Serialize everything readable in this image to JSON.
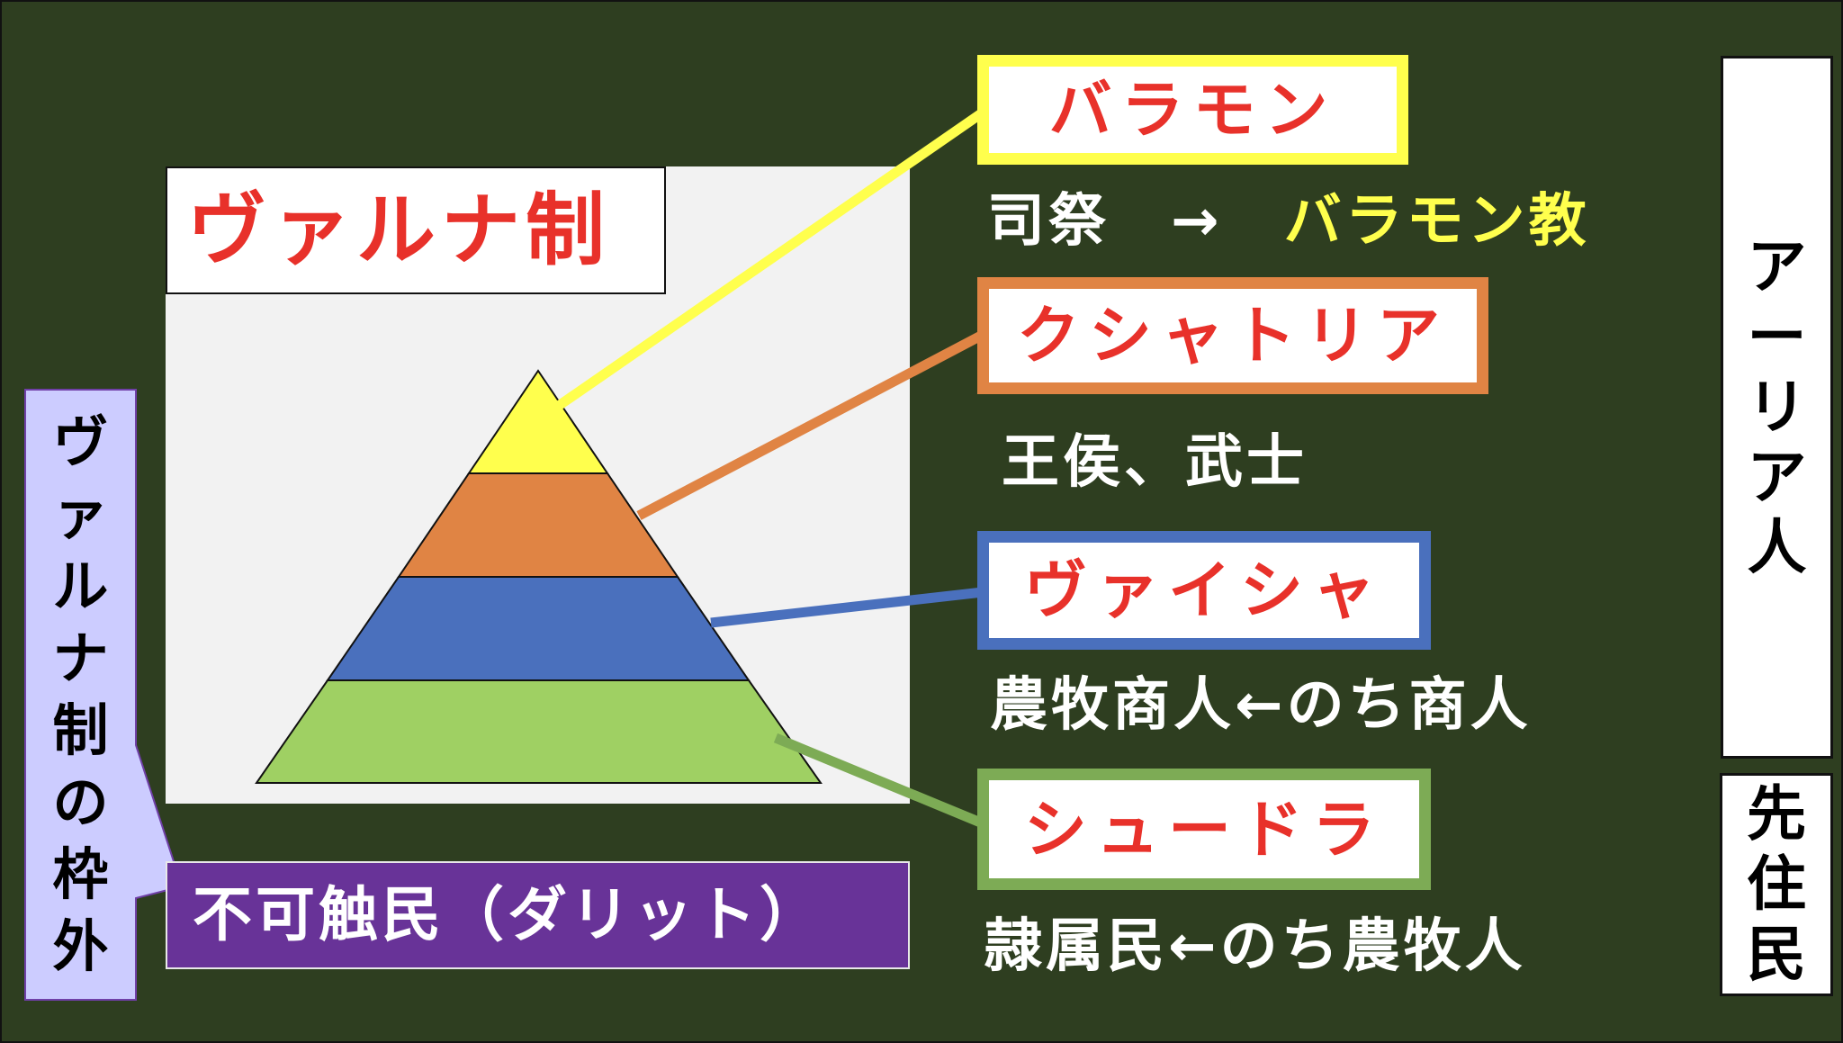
{
  "title": "ヴァルナ制",
  "colors": {
    "background": "#2e3e20",
    "panel": "#f2f2f2",
    "red_text": "#e8312a",
    "brahman": "#ffff4d",
    "kshatriya": "#e08444",
    "vaishya": "#4a70bd",
    "shudra": "#7dab55",
    "shudra_layer": "#9fd063",
    "dalit": "#683398",
    "callout": "#ccccff",
    "callout_border": "#7040a8"
  },
  "pyramid": {
    "layers": [
      {
        "name": "brahman",
        "color": "#ffff4d"
      },
      {
        "name": "kshatriya",
        "color": "#e08444"
      },
      {
        "name": "vaishya",
        "color": "#4a70bd"
      },
      {
        "name": "shudra",
        "color": "#9fd063"
      }
    ]
  },
  "castes": [
    {
      "label": "バラモン",
      "border": "#ffff4d",
      "description_prefix": "司祭　→　",
      "description_highlight": "バラモン教"
    },
    {
      "label": "クシャトリア",
      "border": "#e08444",
      "description_prefix": "王侯、武士",
      "description_highlight": ""
    },
    {
      "label": "ヴァイシャ",
      "border": "#4a70bd",
      "description_prefix": "農牧商人←のち商人",
      "description_highlight": ""
    },
    {
      "label": "シュードラ",
      "border": "#7dab55",
      "description_prefix": "隷属民←のち農牧人",
      "description_highlight": ""
    }
  ],
  "outcaste": {
    "label": "不可触民（ダリット）",
    "callout_chars": [
      "ヴ",
      "ァ",
      "ル",
      "ナ",
      "制",
      "の",
      "枠",
      "外"
    ]
  },
  "side_labels": {
    "aryan_chars": [
      "ア",
      "ー",
      "リ",
      "ア",
      "人"
    ],
    "native_chars": [
      "先",
      "住",
      "民"
    ]
  }
}
